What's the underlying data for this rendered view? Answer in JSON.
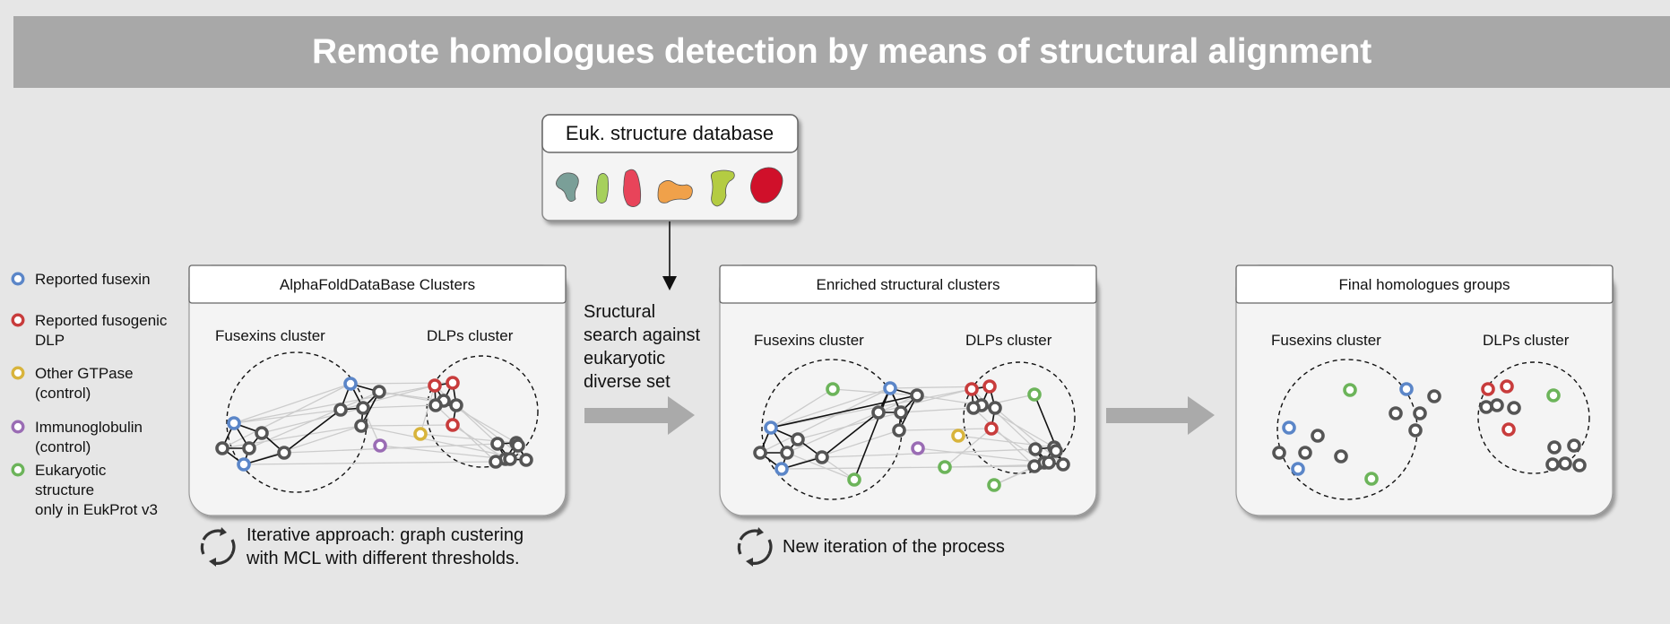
{
  "title": "Remote homologues detection by means of structural alignment",
  "database": {
    "title": "Euk. structure database",
    "shape_colors": [
      "#7a9f98",
      "#a6d05c",
      "#e8445a",
      "#f0a14a",
      "#b4cc42",
      "#d0102a"
    ]
  },
  "legend": [
    {
      "label": "Reported fusexin",
      "color": "#5b86c8"
    },
    {
      "label": "Reported fusogenic DLP",
      "color": "#c83c3c"
    },
    {
      "label": "Other GTPase (control)",
      "color": "#d8b43c"
    },
    {
      "label": "Immunoglobulin (control)",
      "color": "#9a6cb4"
    },
    {
      "label": "Eukaryotic structure only in EukProt v3",
      "color": "#6cb45a"
    }
  ],
  "panels": [
    {
      "title": "AlphaFoldDataBase Clusters",
      "left_cluster": "Fusexins cluster",
      "right_cluster": "DLPs cluster"
    },
    {
      "title": "Enriched structural clusters",
      "left_cluster": "Fusexins cluster",
      "right_cluster": "DLPs cluster"
    },
    {
      "title": "Final homologues groups",
      "left_cluster": "Fusexins cluster",
      "right_cluster": "DLPs cluster"
    }
  ],
  "search_label": "Sructural search against eukaryotic diverse set",
  "iterations": [
    {
      "text": "Iterative approach: graph custering with MCL with different thresholds."
    },
    {
      "text": "New iteration of the process"
    }
  ],
  "colors": {
    "background": "#e6e6e6",
    "title_bar": "#a8a8a8",
    "panel": "#f4f4f4",
    "node_default": "#555555",
    "edge_strong": "#111111",
    "edge_weak": "#cccccc",
    "arrow": "#aaaaaa"
  }
}
